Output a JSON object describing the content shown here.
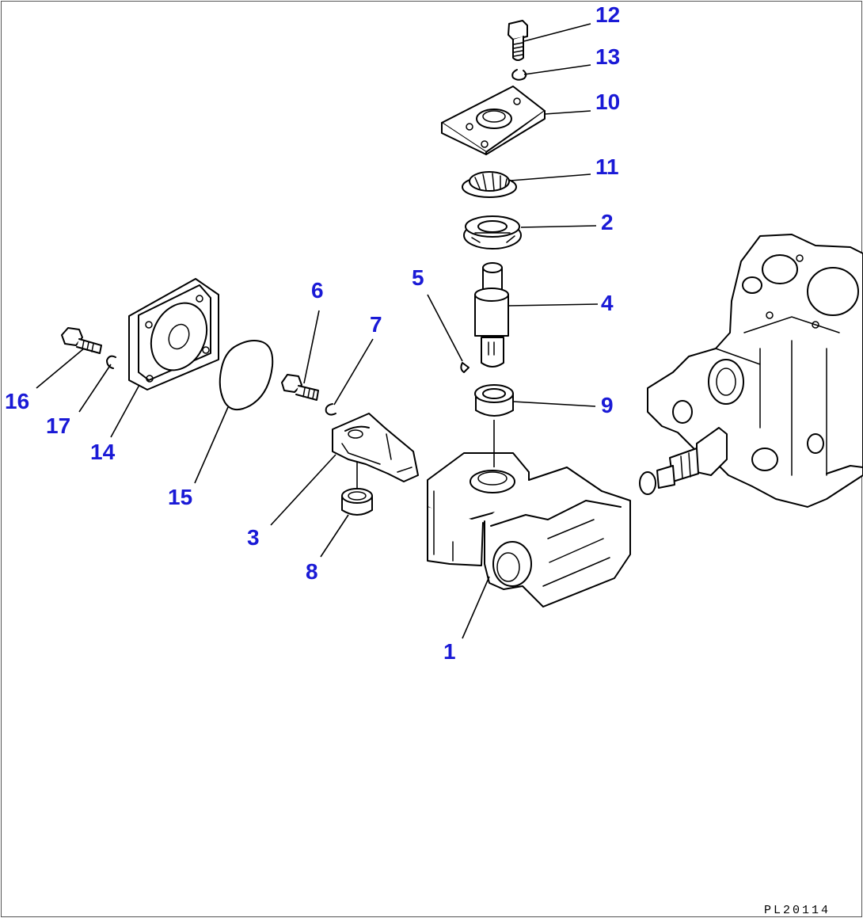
{
  "drawing_code": "PL20114",
  "label_color": "#1a1ad6",
  "callouts": {
    "c1": "1",
    "c2": "2",
    "c3": "3",
    "c4": "4",
    "c5": "5",
    "c6": "6",
    "c7": "7",
    "c8": "8",
    "c9": "9",
    "c10": "10",
    "c11": "11",
    "c12": "12",
    "c13": "13",
    "c14": "14",
    "c15": "15",
    "c16": "16",
    "c17": "17"
  }
}
